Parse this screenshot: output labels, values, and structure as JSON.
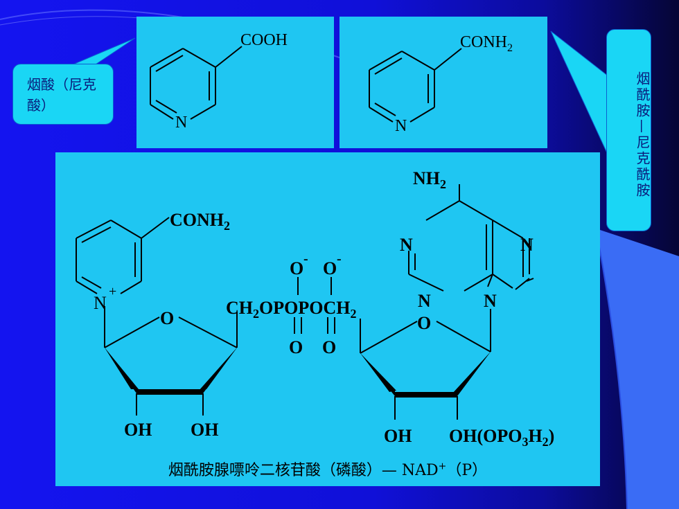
{
  "callouts": {
    "left": "烟酸（尼克酸）",
    "right": "烟酰胺—尼克酰胺"
  },
  "panel_top_left": {
    "substituent": "COOH",
    "ring_n": "N"
  },
  "panel_top_right": {
    "substituent_main": "CONH",
    "substituent_sub": "2",
    "ring_n": "N"
  },
  "panel_main": {
    "nh2_main": "NH",
    "nh2_sub": "2",
    "conh2_main": "CONH",
    "conh2_sub": "2",
    "pyridinium_n": "N",
    "pyridinium_charge": "+",
    "ribose_o_left": "O",
    "ribose_o_right": "O",
    "oxygen_anion_1": "O",
    "oxygen_anion_2": "O",
    "anion_charge": "-",
    "phosphate_chain_a": "CH",
    "phosphate_chain_a_sub": "2",
    "phosphate_chain_b": "OPOPO",
    "phosphate_chain_c": "CH",
    "phosphate_chain_c_sub": "2",
    "oxo_1": "O",
    "oxo_2": "O",
    "purine_n1": "N",
    "purine_n3": "N",
    "purine_n7": "N",
    "purine_n9": "N",
    "oh_1": "OH",
    "oh_2": "OH",
    "oh_3": "OH",
    "oh_4_main": "OH(OPO",
    "oh_4_sub1": "3",
    "oh_4_mid": "H",
    "oh_4_sub2": "2",
    "oh_4_end": ")"
  },
  "caption": {
    "prefix": "烟酰胺腺嘌呤二核苷酸（磷酸）— NAD",
    "sup": "+",
    "suffix": "（P）"
  },
  "colors": {
    "panel": "#1fc6f2",
    "background": "#1414f0",
    "accent": "#3a6cf5"
  }
}
